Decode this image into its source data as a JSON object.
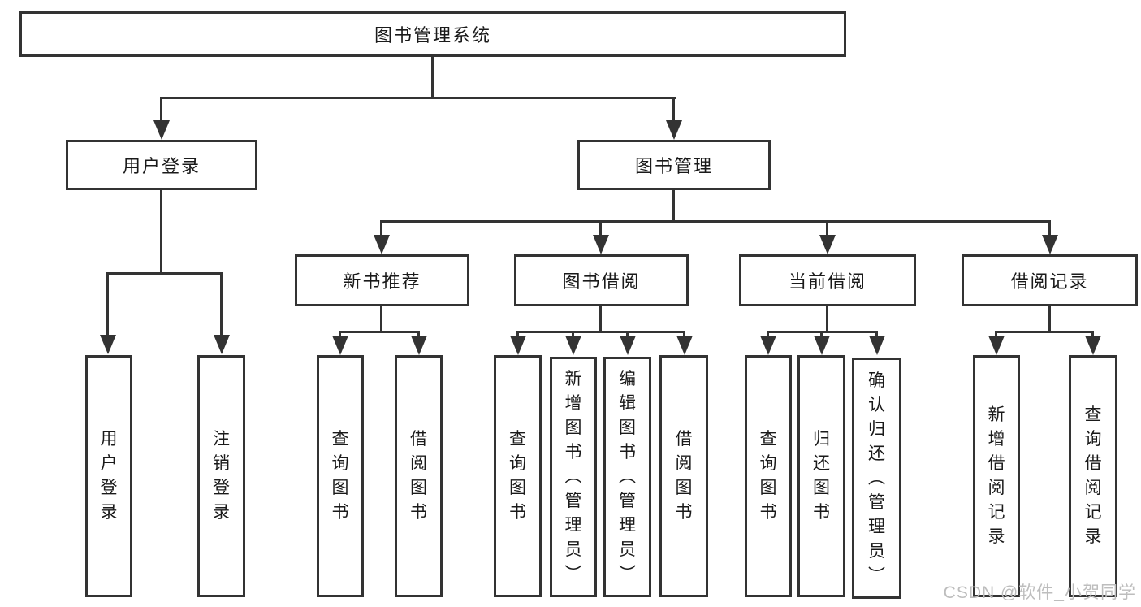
{
  "tree": {
    "label": "图书管理系统",
    "children": [
      {
        "label": "用户登录",
        "children": [
          {
            "label": "用户登录"
          },
          {
            "label": "注销登录"
          }
        ]
      },
      {
        "label": "图书管理",
        "children": [
          {
            "label": "新书推荐",
            "children": [
              {
                "label": "查询图书"
              },
              {
                "label": "借阅图书"
              }
            ]
          },
          {
            "label": "图书借阅",
            "children": [
              {
                "label": "查询图书"
              },
              {
                "label": "新增图书（管理员）"
              },
              {
                "label": "编辑图书（管理员）"
              },
              {
                "label": "借阅图书"
              }
            ]
          },
          {
            "label": "当前借阅",
            "children": [
              {
                "label": "查询图书"
              },
              {
                "label": "归还图书"
              },
              {
                "label": "确认归还（管理员）"
              }
            ]
          },
          {
            "label": "借阅记录",
            "children": [
              {
                "label": "新增借阅记录"
              },
              {
                "label": "查询借阅记录"
              }
            ]
          }
        ]
      }
    ]
  },
  "watermark": {
    "text": "CSDN @软件_小贺同学"
  },
  "colors": {
    "line": "#333333",
    "text": "#1a1a1a",
    "background": "#ffffff",
    "watermark": "#bdbdbd"
  }
}
